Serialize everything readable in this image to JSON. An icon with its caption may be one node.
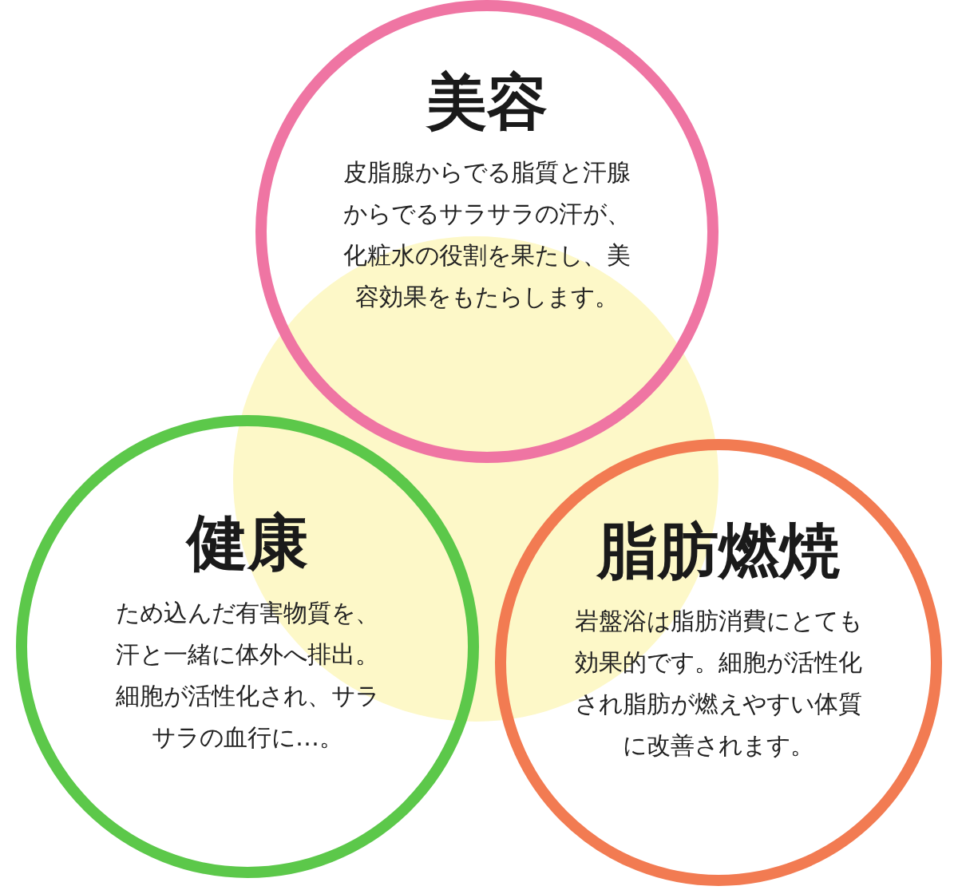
{
  "diagram": {
    "nodes": [
      {
        "text": [
          "美容",
          "皮脂腺からでる脂質と汗腺からでるサラサラの汗が、化粧水の役割を果たし、美容効果をもたらします。"
        ]
      },
      {
        "text": [],
        "shape": "circle"
      },
      {
        "text": [
          "健康",
          "ため込んだ有害物質を、汗と一緒に体外へ排出。細胞が活性化され、サラサラの血行に…。"
        ]
      },
      {
        "text": [
          "脂肪燃焼",
          "岩盤浴は脂肪消費にとても効果的です。細胞が活性化され脂肪が燃えやすい体質に改善されます。"
        ]
      }
    ]
  }
}
